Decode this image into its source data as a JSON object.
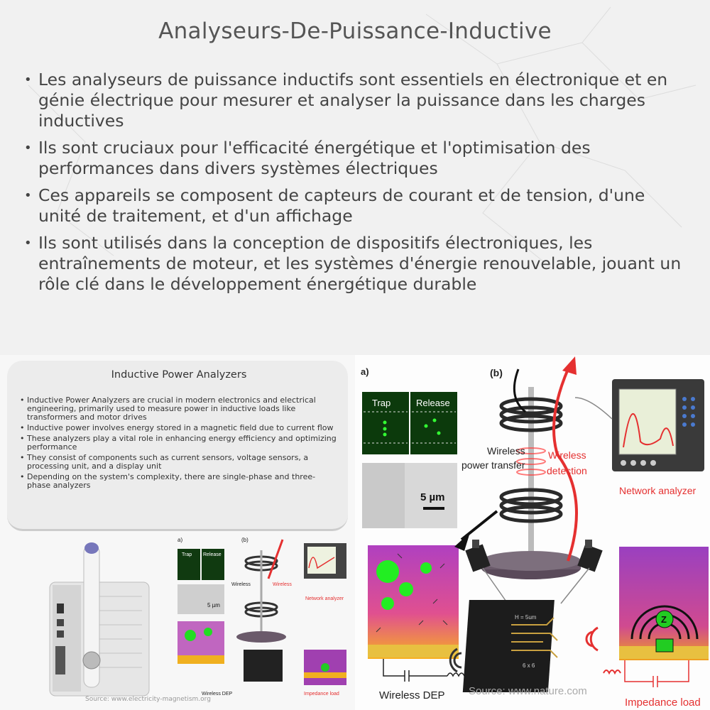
{
  "title": "Analyseurs-De-Puissance-Inductive",
  "bullets": [
    "Les analyseurs de puissance inductifs sont essentiels en électronique et en génie électrique pour mesurer et analyser la puissance dans les charges inductives",
    "Ils sont cruciaux pour l'efficacité énergétique et l'optimisation des performances dans divers systèmes électriques",
    "Ces appareils se composent de capteurs de courant et de tension, d'une unité de traitement, et d'un affichage",
    "Ils sont utilisés dans la conception de dispositifs électroniques, les entraînements de moteur, et les systèmes d'énergie renouvelable, jouant un rôle clé dans le développement énergétique durable"
  ],
  "summary_card": {
    "title": "Inductive Power Analyzers",
    "items": [
      "Inductive Power Analyzers are crucial in modern electronics and electrical engineering, primarily used to measure power in inductive loads like transformers and motor drives",
      "Inductive power involves energy stored in a magnetic field due to current flow",
      "These analyzers play a vital role in enhancing energy efficiency and optimizing performance",
      "They consist of components such as current sensors, voltage sensors, a processing unit, and a display unit",
      "Depending on the system's complexity, there are single-phase and three-phase analyzers"
    ]
  },
  "left_sources": "Source: www.electricity-magnetism.org",
  "figure": {
    "panel_a": "a)",
    "panel_b": "(b)",
    "trap": "Trap",
    "release": "Release",
    "scale": "5 µm",
    "wireless_power": "Wireless power transfer",
    "wireless_power_l1": "Wireless",
    "wireless_power_l2": "power transfer",
    "wireless_detection_l1": "Wireless",
    "wireless_detection_l2": "detection",
    "network_analyzer": "Network analyzer",
    "wireless_dep": "Wireless DEP",
    "impedance_load": "Impedance load",
    "source": "Source: www.nature.com",
    "chip_label": "H = 5um",
    "chip_label2": "6 x 6",
    "z_label": "Z"
  },
  "colors": {
    "accent_red": "#e53030",
    "coil_dark": "#2a2a2a",
    "green_particle": "#22dd22",
    "magenta": "#b03cb0",
    "orange": "#f7a21b"
  }
}
